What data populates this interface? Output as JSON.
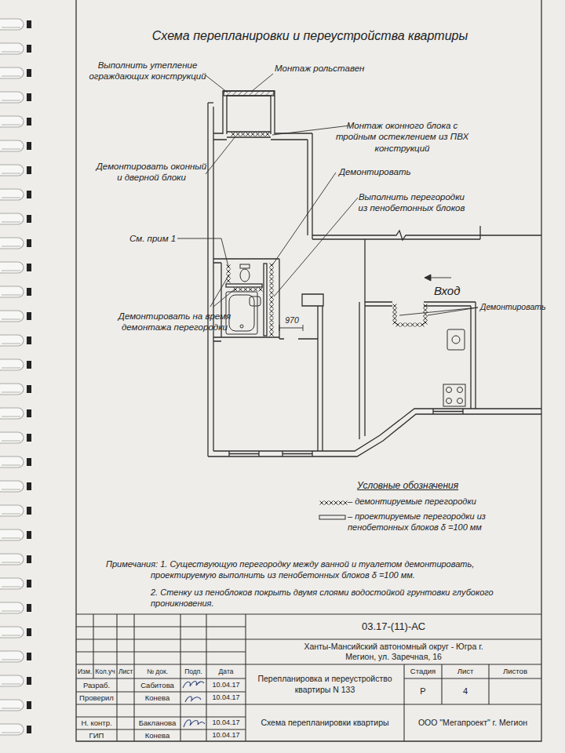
{
  "diagram": {
    "title": "Схема перепланировки и переустройства квартиры",
    "labels": [
      "Выполнить утепление ограждающих конструкций",
      "Монтаж рольставен",
      "Монтаж оконного блока с тройным остеклением из ПВХ конструкций",
      "Демонтировать оконный и дверной блоки",
      "Демонтировать",
      "Выполнить перегородки из пенобетонных блоков",
      "См. прим 1",
      "Вход",
      "Демонтировать",
      "Демонтировать на время демонтажа перегородки",
      "970",
      "Условные обозначения",
      "Примечания: 1. Существующую перегородку между ванной и туалетом демонтировать, проектируемую выполнить из пенобетонных блоков δ =100 мм.",
      "2. Стенку из пеноблоков покрыть двумя слоями водостойкой грунтовки глубокого проникновения.",
      "03.17-(11)-АС",
      "Ханты-Мансийский автономный округ - Югра г. Мегион, ул. Заречная, 16",
      "Изм.",
      "Кол.уч",
      "Лист",
      "№ док.",
      "Подп.",
      "Дата",
      "Разраб.",
      "Сабитова",
      "10.04.17",
      "Проверил",
      "Конева",
      "10.04.17",
      "Перепланировка и переустройство квартиры N 133",
      "Стадия",
      "Лист",
      "Листов",
      "Р",
      "4",
      "Н. контр.",
      "Бакланова",
      "10.04.17",
      "ГИП",
      "Конева",
      "10.04.17",
      "Схема перепланировки квартиры",
      "ООО \"Мегапроект\" г. Мегион"
    ],
    "legend": [
      {
        "text": "– демонтируемые перегородки"
      },
      {
        "text": "– проектируемые перегородки из пенобетонных блоков δ =100 мм"
      }
    ]
  }
}
